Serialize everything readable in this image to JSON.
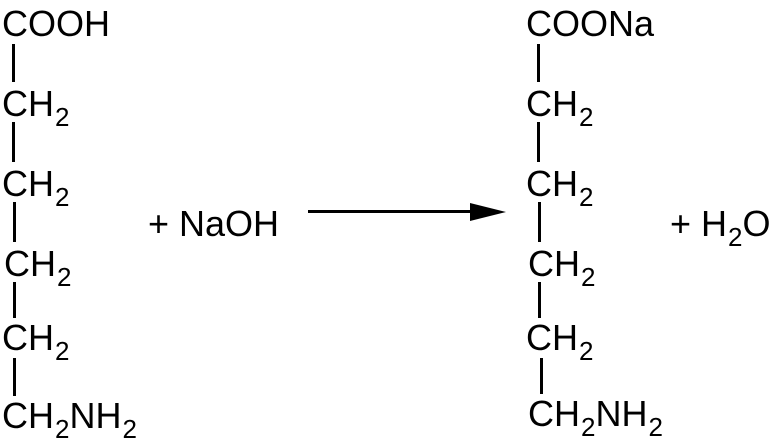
{
  "reaction": {
    "reactant": {
      "top_group": "COOH",
      "chain": [
        {
          "base": "CH",
          "sub": "2"
        },
        {
          "base": "CH",
          "sub": "2"
        },
        {
          "base": "CH",
          "sub": "2"
        },
        {
          "base": "CH",
          "sub": "2"
        }
      ],
      "bottom": {
        "base": "CH",
        "sub": "2",
        "tail_base": "NH",
        "tail_sub": "2"
      }
    },
    "reagent": "+ NaOH",
    "product": {
      "top_group": "COONa",
      "chain": [
        {
          "base": "CH",
          "sub": "2"
        },
        {
          "base": "CH",
          "sub": "2"
        },
        {
          "base": "CH",
          "sub": "2"
        },
        {
          "base": "CH",
          "sub": "2"
        }
      ],
      "bottom": {
        "base": "CH",
        "sub": "2",
        "tail_base": "NH",
        "tail_sub": "2"
      }
    },
    "byproduct": {
      "prefix": "+ H",
      "sub": "2",
      "suffix": "O"
    }
  }
}
